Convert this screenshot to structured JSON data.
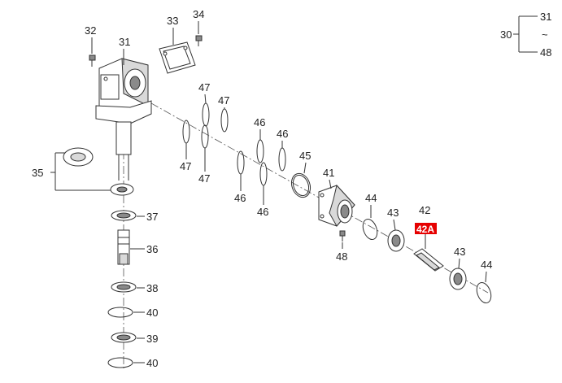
{
  "diagram": {
    "range_group": {
      "label": "30",
      "from": "31",
      "to": "48",
      "tilde": "~"
    },
    "callouts": {
      "c31": "31",
      "c32": "32",
      "c33": "33",
      "c34": "34",
      "c35": "35",
      "c36": "36",
      "c37": "37",
      "c38": "38",
      "c39": "39",
      "c40a": "40",
      "c40b": "40",
      "c41": "41",
      "c42": "42",
      "c42a": "42A",
      "c43a": "43",
      "c43b": "43",
      "c44a": "44",
      "c44b": "44",
      "c45": "45",
      "c46a": "46",
      "c46b": "46",
      "c46c": "46",
      "c46d": "46",
      "c47a": "47",
      "c47b": "47",
      "c47c": "47",
      "c47d": "47",
      "c48": "48"
    },
    "highlight_color": "#e60000",
    "highlighted_part": "42A"
  }
}
